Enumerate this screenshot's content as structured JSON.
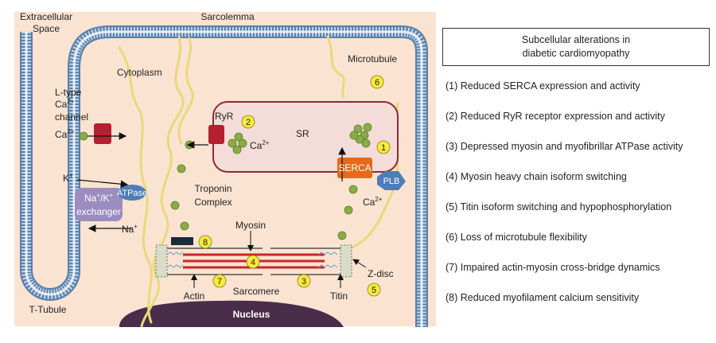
{
  "labels": {
    "extracellular": [
      "Extracellular",
      "Space"
    ],
    "sarcolemma": "Sarcolemma",
    "cytoplasm": "Cytoplasm",
    "microtubule": "Microtubule",
    "ltype": [
      "L-type",
      "Ca",
      "channel"
    ],
    "ca_side": "Ca",
    "ryr": "RyR",
    "sr": "SR",
    "ca_sr": "Ca",
    "serca": "SERCA",
    "plb": "PLB",
    "k": "K",
    "atpase": "ATPase",
    "exchanger": [
      "Na",
      "/K",
      "exchanger"
    ],
    "na": "Na",
    "ca_lower": "Ca",
    "troponin": [
      "Troponin",
      "Complex"
    ],
    "myosin": "Myosin",
    "zdisc": "Z-disc",
    "actin": "Actin",
    "sarcomere": "Sarcomere",
    "titin": "Titin",
    "ttubule": "T-Tubule",
    "nucleus": "Nucleus",
    "sup_2plus": "2+",
    "sup_plus": "+"
  },
  "markers": [
    "1",
    "2",
    "3",
    "4",
    "5",
    "6",
    "7",
    "8"
  ],
  "legend": {
    "title": [
      "Subcellular alterations in",
      "diabetic cardiomyopathy"
    ],
    "items": [
      "(1) Reduced SERCA expression and activity",
      "(2) Reduced RyR receptor expression and activity",
      "(3) Depressed myosin and myofibrillar ATPase activity",
      "(4) Myosin heavy chain isoform switching",
      "(5) Titin isoform switching and hypophosphorylation",
      "(6) Loss of microtubule flexibility",
      "(7) Impaired actin-myosin cross-bridge dynamics",
      "(8) Reduced myofilament calcium sensitivity"
    ]
  },
  "colors": {
    "cytoplasm": "#fbe3d2",
    "membrane_fill": "#bcd3ea",
    "membrane_stroke": "#5a7fa8",
    "sr_fill": "#f4dcd8",
    "sr_stroke": "#8b2a3a",
    "ryr": "#b3202f",
    "serca": "#e36b19",
    "plb": "#4e7db8",
    "exchanger": "#9b8dc0",
    "calcium": "#8aac46",
    "microtubule": "#e9d97a",
    "marker": "#f7ea3c",
    "nucleus": "#4a2d4a",
    "myosin": "#c62828"
  }
}
